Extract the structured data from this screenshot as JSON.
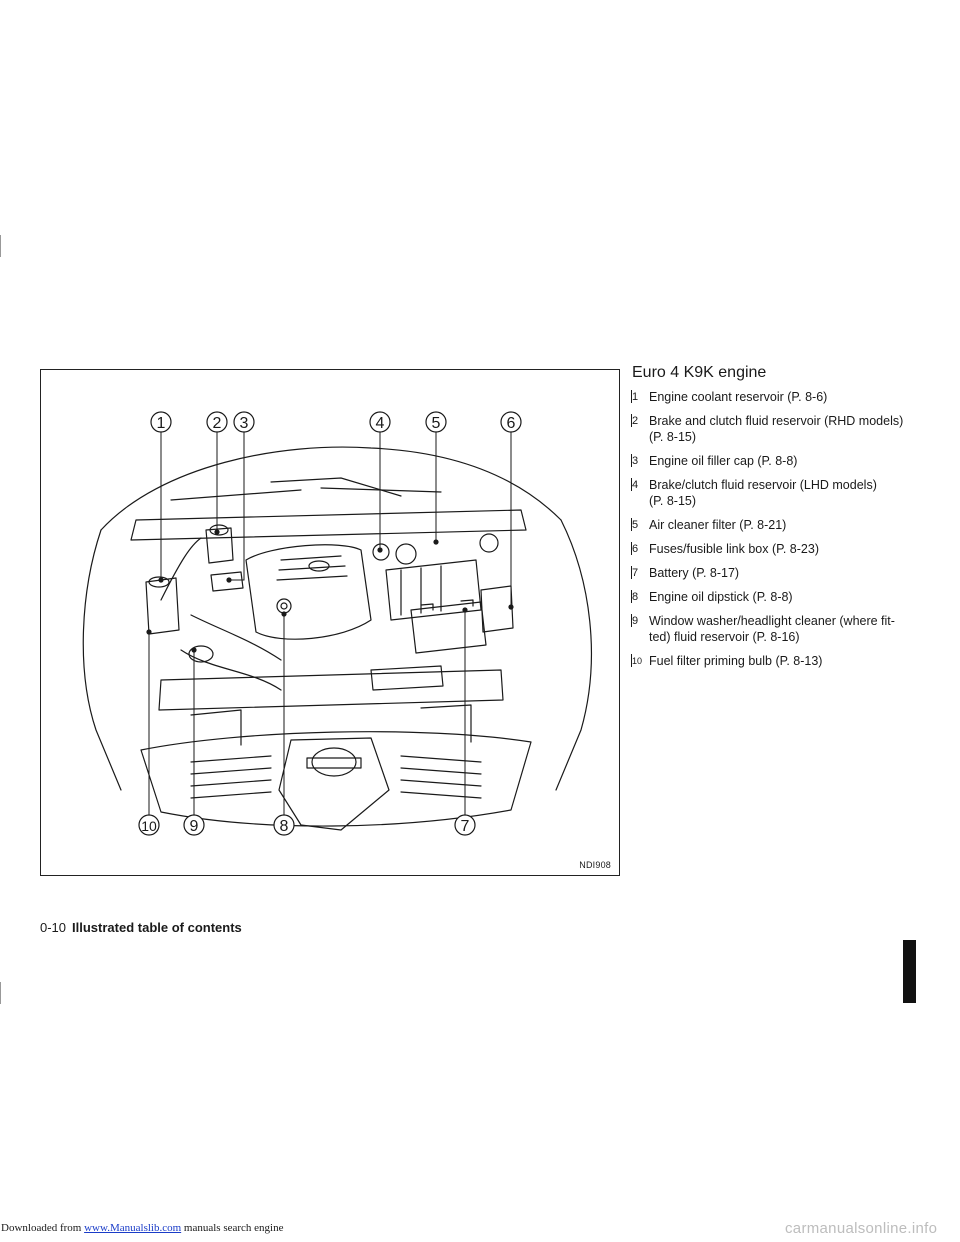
{
  "download": {
    "prefix": "Downloaded from ",
    "link": "www.Manualslib.com",
    "suffix": " manuals search engine"
  },
  "watermark": "carmanualsonline.info",
  "figure": {
    "code": "NDI908",
    "callouts": [
      "1",
      "2",
      "3",
      "4",
      "5",
      "6",
      "7",
      "8",
      "9",
      "10"
    ]
  },
  "section": {
    "title": "Euro 4 K9K engine",
    "items": [
      {
        "num": "1",
        "line1": "Engine coolant reservoir (P. 8-6)",
        "line2": ""
      },
      {
        "num": "2",
        "line1": "Brake and clutch fluid reservoir (RHD models)",
        "line2": "(P. 8-15)"
      },
      {
        "num": "3",
        "line1": "Engine oil filler cap (P. 8-8)",
        "line2": ""
      },
      {
        "num": "4",
        "line1": "Brake/clutch fluid reservoir (LHD models)",
        "line2": "(P. 8-15)"
      },
      {
        "num": "5",
        "line1": "Air cleaner filter (P. 8-21)",
        "line2": ""
      },
      {
        "num": "6",
        "line1": "Fuses/fusible link box (P. 8-23)",
        "line2": ""
      },
      {
        "num": "7",
        "line1": "Battery (P. 8-17)",
        "line2": ""
      },
      {
        "num": "8",
        "line1": "Engine oil dipstick (P. 8-8)",
        "line2": ""
      },
      {
        "num": "9",
        "line1": "Window washer/headlight cleaner (where fit-",
        "line2": "ted) fluid reservoir (P. 8-16)"
      },
      {
        "num": "10",
        "line1": "Fuel filter priming bulb (P. 8-13)",
        "line2": ""
      }
    ]
  },
  "footer": {
    "page": "0-10",
    "section": "Illustrated table of contents"
  }
}
